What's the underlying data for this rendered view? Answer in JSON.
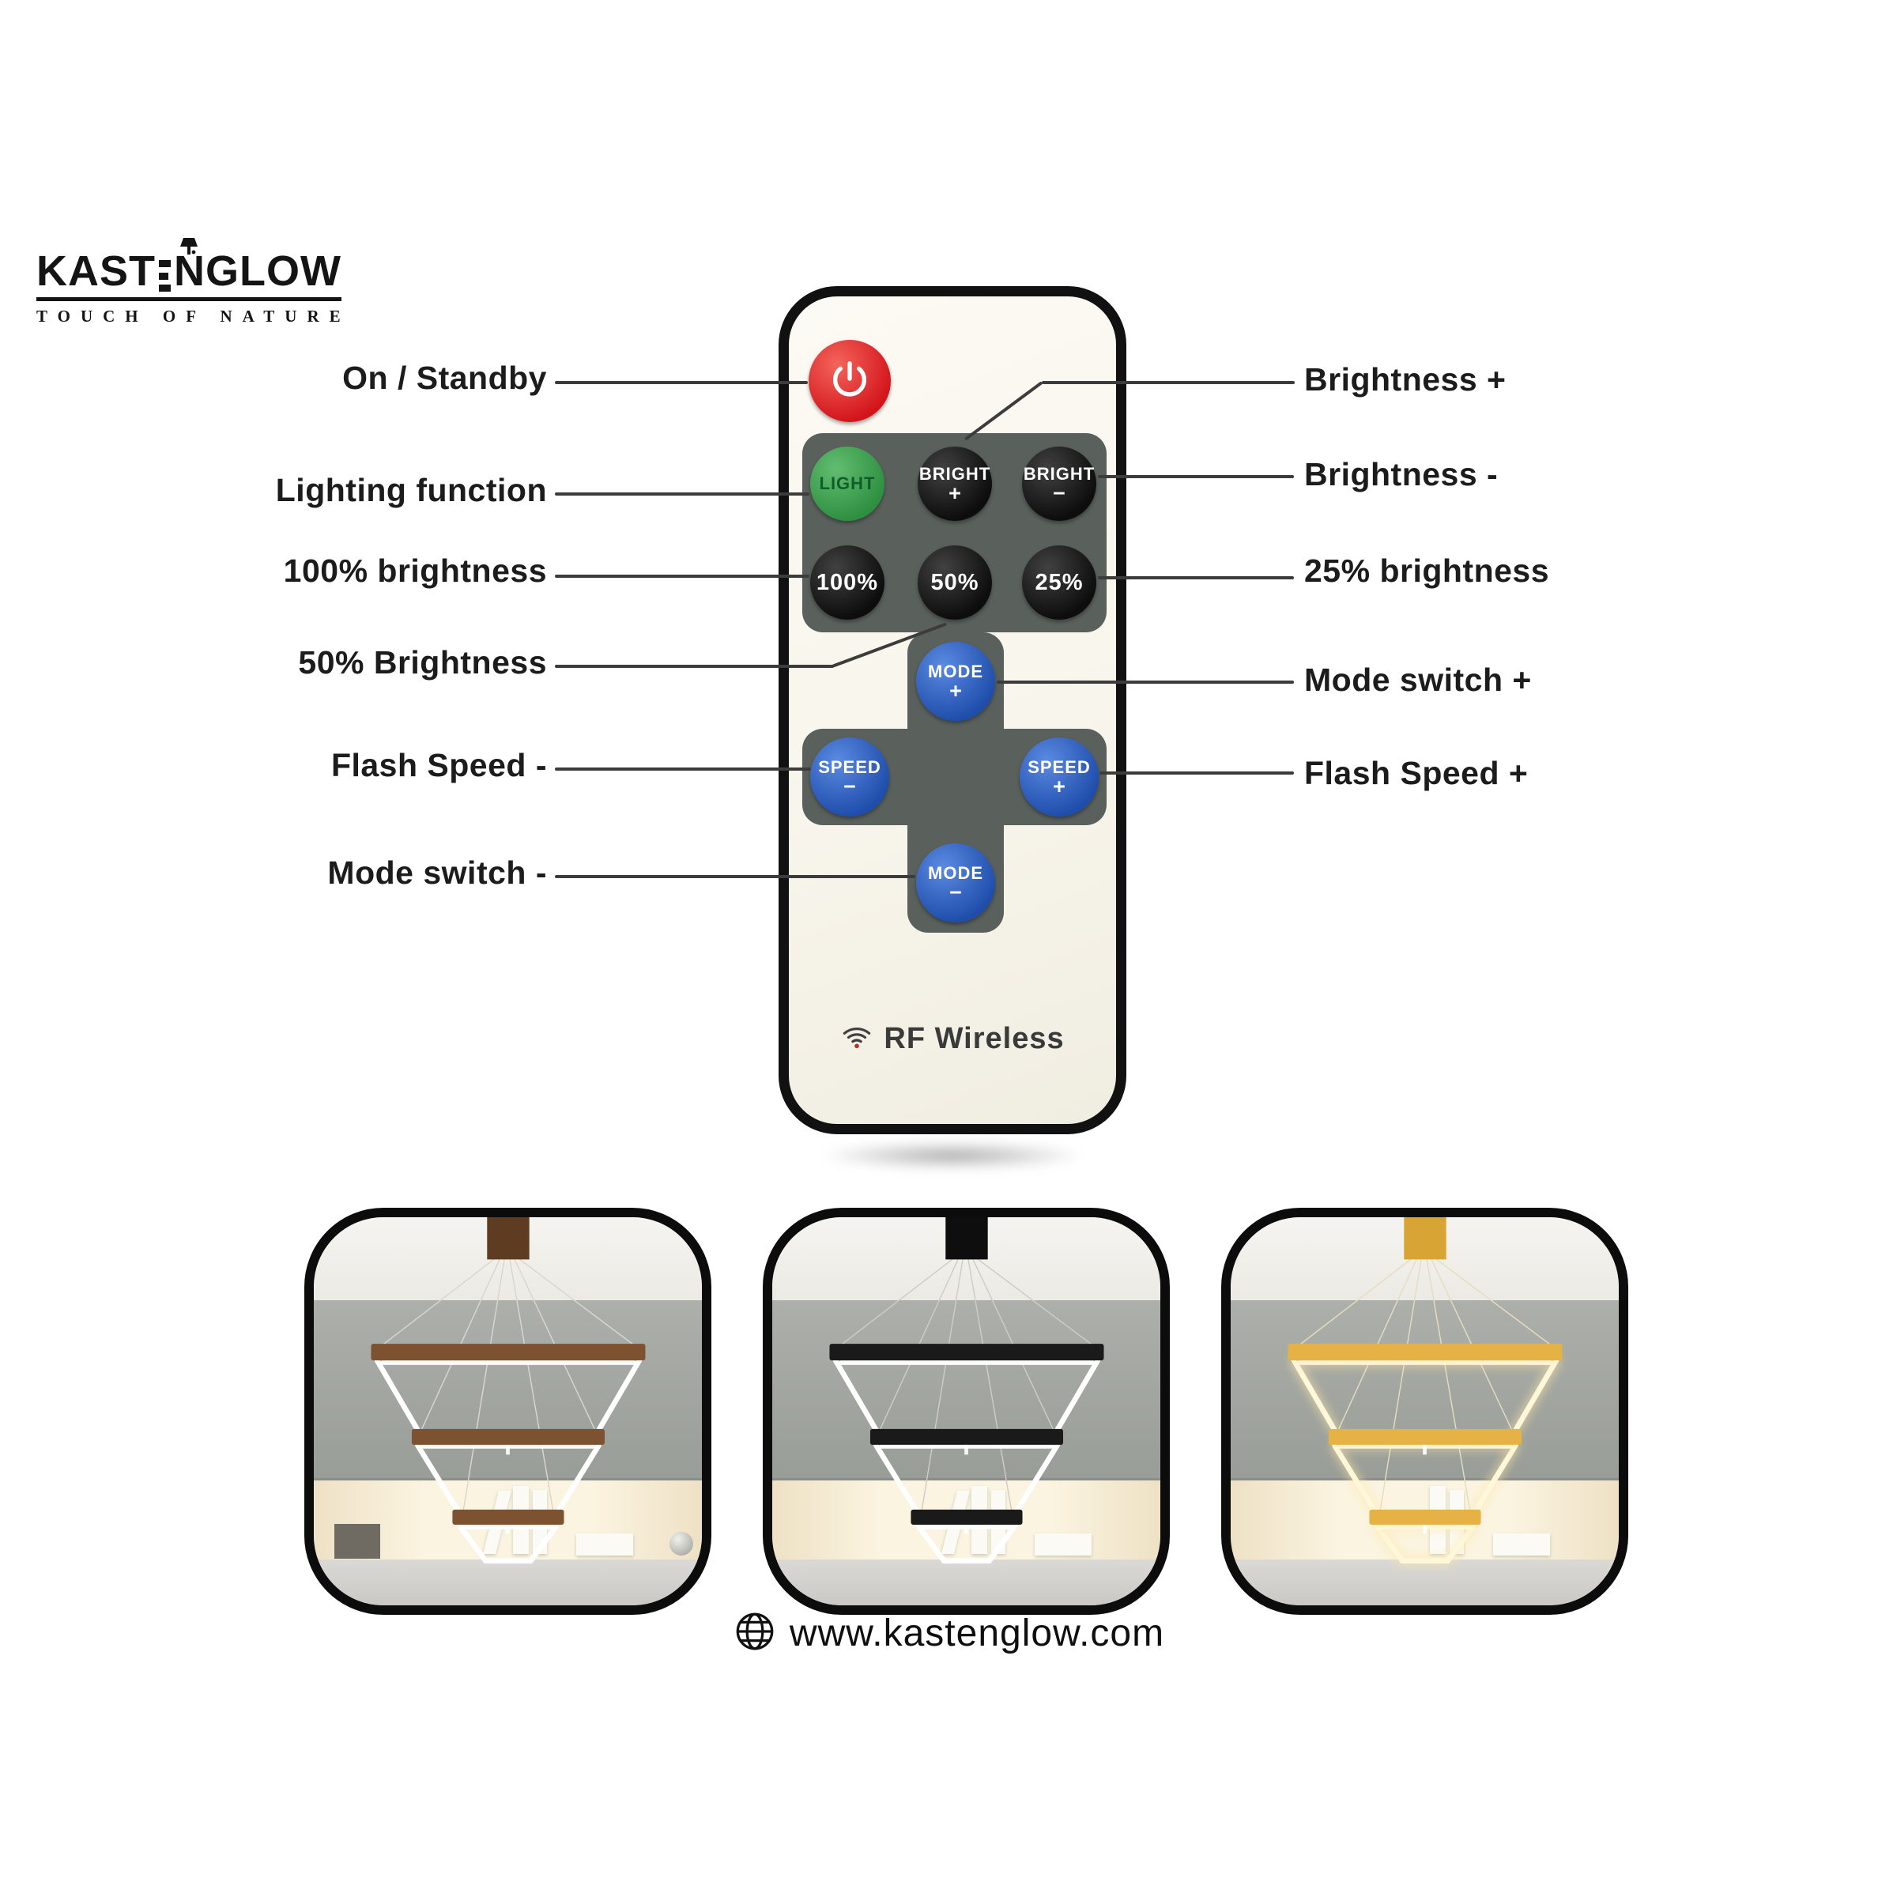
{
  "brand": {
    "name": "KASTENGLOW",
    "name_left": "KAST",
    "name_mid": "N",
    "name_right": "GLOW",
    "tagline": "TOUCH OF NATURE"
  },
  "remote": {
    "wireless_label": "RF Wireless",
    "buttons": {
      "light": {
        "label": "LIGHT"
      },
      "bright_plus": {
        "label": "BRIGHT",
        "sign": "+"
      },
      "bright_minus": {
        "label": "BRIGHT",
        "sign": "−"
      },
      "p100": {
        "label": "100%"
      },
      "p50": {
        "label": "50%"
      },
      "p25": {
        "label": "25%"
      },
      "mode_plus": {
        "label": "MODE",
        "sign": "+"
      },
      "speed_minus": {
        "label": "SPEED",
        "sign": "−"
      },
      "speed_plus": {
        "label": "SPEED",
        "sign": "+"
      },
      "mode_minus": {
        "label": "MODE",
        "sign": "−"
      }
    }
  },
  "callouts": {
    "left": [
      "On / Standby",
      "Lighting function",
      "100% brightness",
      "50% Brightness",
      "Flash Speed -",
      "Mode switch -"
    ],
    "right": [
      "Brightness +",
      "Brightness -",
      "25% brightness",
      "Mode switch +",
      "Flash Speed +"
    ]
  },
  "footer": {
    "url": "www.kastenglow.com"
  },
  "gallery": {
    "variants": [
      "dark-wood-pendant",
      "black-pendant",
      "gold-lit-pendant"
    ]
  },
  "icons": {
    "power": "power-icon",
    "wifi": "wifi-icon",
    "globe": "globe-icon",
    "lamp": "lamp-icon"
  },
  "colors": {
    "power_red": "#d3141b",
    "light_green": "#2e8f41",
    "button_blue": "#2b62c9",
    "panel_gray": "#5a615d",
    "remote_cream": "#f8f5ec",
    "wood": "#7d5230",
    "black_pendant": "#1a1a1a",
    "gold_pendant": "#e6b246"
  }
}
